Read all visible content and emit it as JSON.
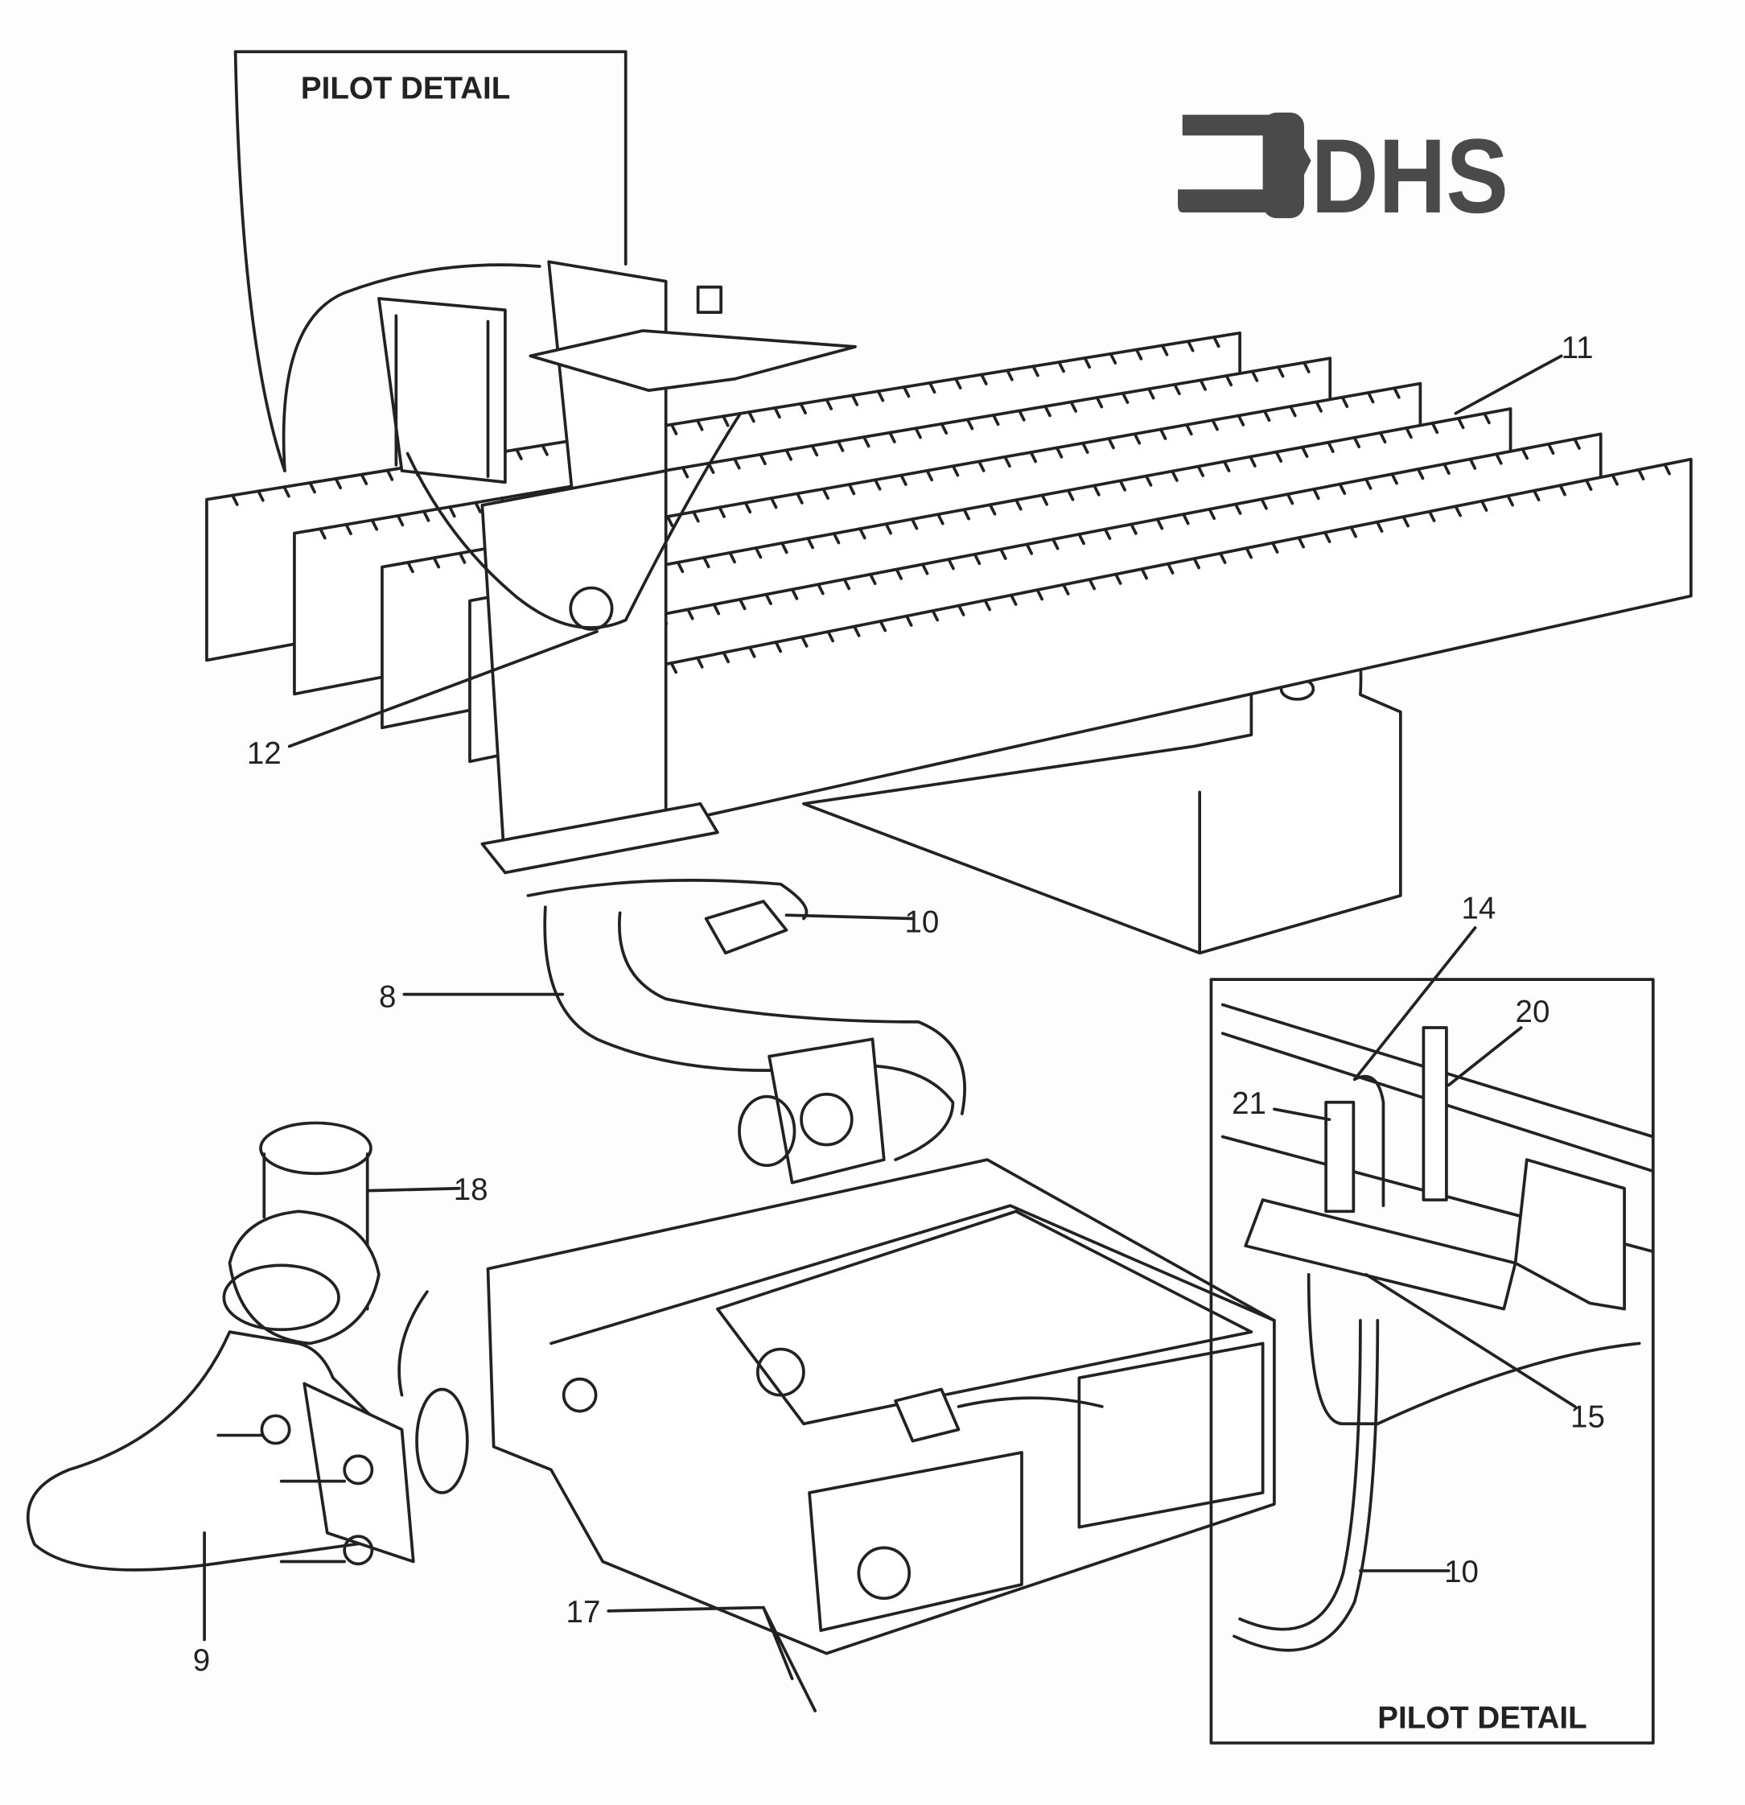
{
  "logo": {
    "text": "DHS",
    "color": "#4a4a4a"
  },
  "titles": {
    "top_detail": "PILOT DETAIL",
    "inset_detail": "PILOT DETAIL"
  },
  "callouts": {
    "c11": "11",
    "c12": "12",
    "c10a": "10",
    "c8": "8",
    "c14": "14",
    "c20": "20",
    "c21": "21",
    "c18": "18",
    "c15": "15",
    "c10b": "10",
    "c9": "9",
    "c17": "17"
  }
}
